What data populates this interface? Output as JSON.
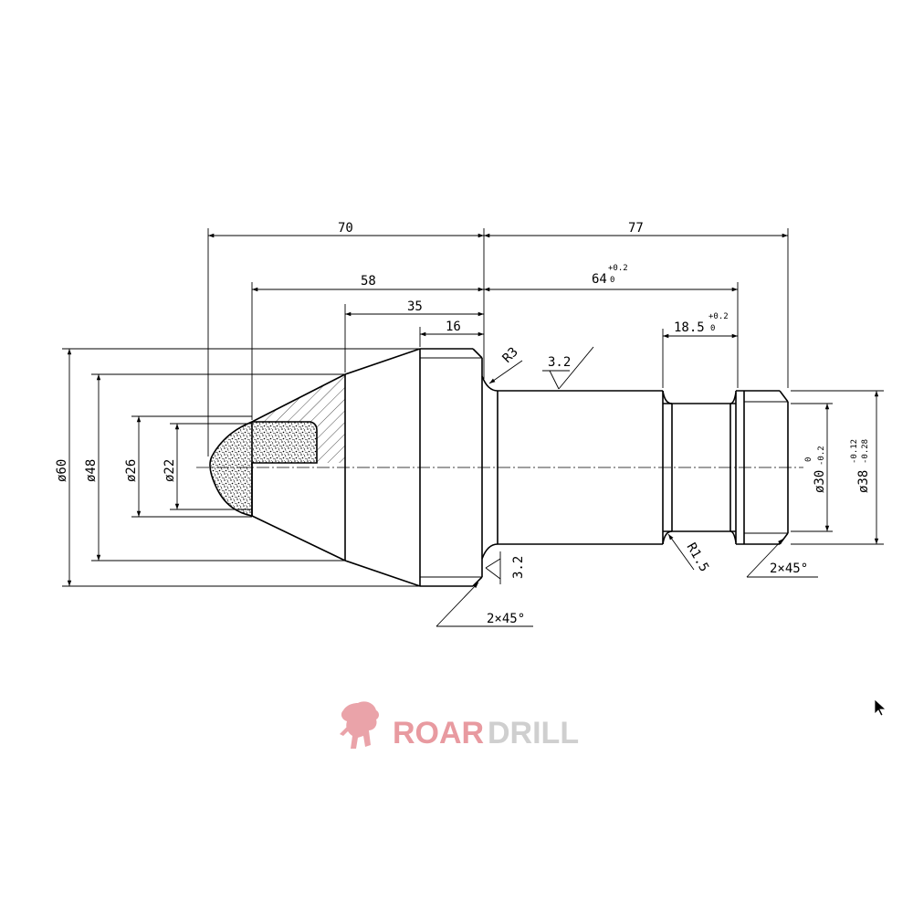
{
  "dimensions": {
    "d70": "70",
    "d77": "77",
    "d58": "58",
    "d64": "64",
    "d64_tol_upper": "+0.2",
    "d64_tol_lower": "0",
    "d35": "35",
    "d16": "16",
    "d18_5": "18.5",
    "d18_5_tol_upper": "+0.2",
    "d18_5_tol_lower": "0",
    "dia60": "ø60",
    "dia48": "ø48",
    "dia26": "ø26",
    "dia22": "ø22",
    "dia30": "ø30",
    "dia30_tol_upper": "0",
    "dia30_tol_lower": "-0.2",
    "dia38": "ø38",
    "dia38_tol_upper": "-0.12",
    "dia38_tol_lower": "-0.28",
    "r3": "R3",
    "r1_5": "R1.5",
    "rough_top": "3.2",
    "rough_bottom": "3.2",
    "chamfer_left": "2×45°",
    "chamfer_right": "2×45°"
  },
  "brand": {
    "part1": "ROAR",
    "part2": "DRILL"
  },
  "colors": {
    "line": "#000000",
    "brand_red": "#e89aa0",
    "brand_gray": "#cfcfcf"
  },
  "cursor_icon": "arrow-pointer-icon"
}
